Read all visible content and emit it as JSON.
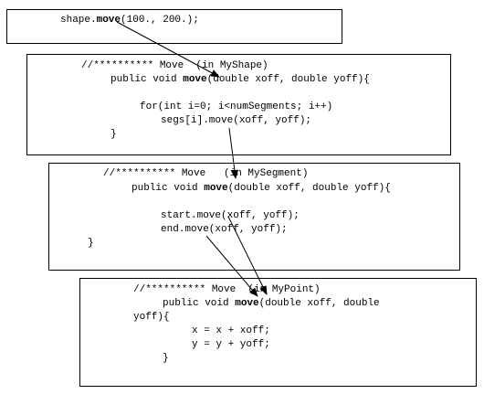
{
  "call_box": {
    "code": {
      "pre": "shape.",
      "kw": "move",
      "post": "(100., 200.);"
    }
  },
  "myshape_box": {
    "comment": "//********** Move  (in MyShape)",
    "signature": {
      "pre": "public void ",
      "kw": "move",
      "post": "(double xoff, double yoff){"
    },
    "for_line": "for(int i=0; i<numSegments; i++)",
    "call_line": "segs[i].move(xoff, yoff);",
    "close": "}"
  },
  "mysegment_box": {
    "comment": "//********** Move   (in MySegment)",
    "signature": {
      "pre": "public void ",
      "kw": "move",
      "post": "(double xoff, double yoff){"
    },
    "start_line": "start.move(xoff, yoff);",
    "end_line": "end.move(xoff, yoff);",
    "close": "}"
  },
  "mypoint_box": {
    "comment": "//********** Move  (in MyPoint)",
    "signature": {
      "pre": "public void ",
      "kw": "move",
      "post": "(double xoff, double"
    },
    "signature_cont": "yoff){",
    "x_line": "x = x + xoff;",
    "y_line": "y = y + yoff;",
    "close": "}"
  }
}
